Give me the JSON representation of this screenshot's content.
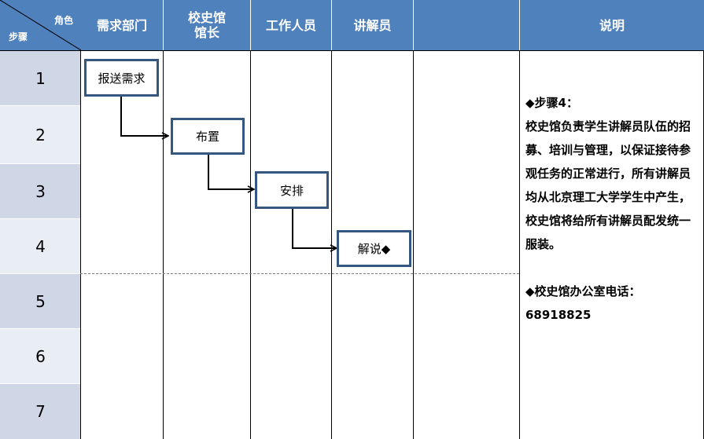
{
  "corner": {
    "role_label": "角色",
    "step_label": "步骤"
  },
  "columns": [
    "需求部门",
    "校史馆\n馆长",
    "工作人员",
    "讲解员",
    "",
    "说明"
  ],
  "steps": [
    "1",
    "2",
    "3",
    "4",
    "5",
    "6",
    "7"
  ],
  "process_boxes": [
    "报送需求",
    "布置",
    "安排",
    "解说◆"
  ],
  "description": {
    "step_title": "◆步骤4：",
    "step_body": "校史馆负责学生讲解员队伍的招募、培训与管理，以保证接待参观任务的正常进行，所有讲解员均从北京理工大学学生中产生，校史馆将给所有讲解员配发统一服装。",
    "phone_title": "◆校史馆办公室电话：",
    "phone_number": "68918825"
  },
  "colors": {
    "header_bg": "#4f81bd",
    "step_dark": "#cfd7e6",
    "step_light": "#e9edf4",
    "box_border": "#35577f"
  }
}
